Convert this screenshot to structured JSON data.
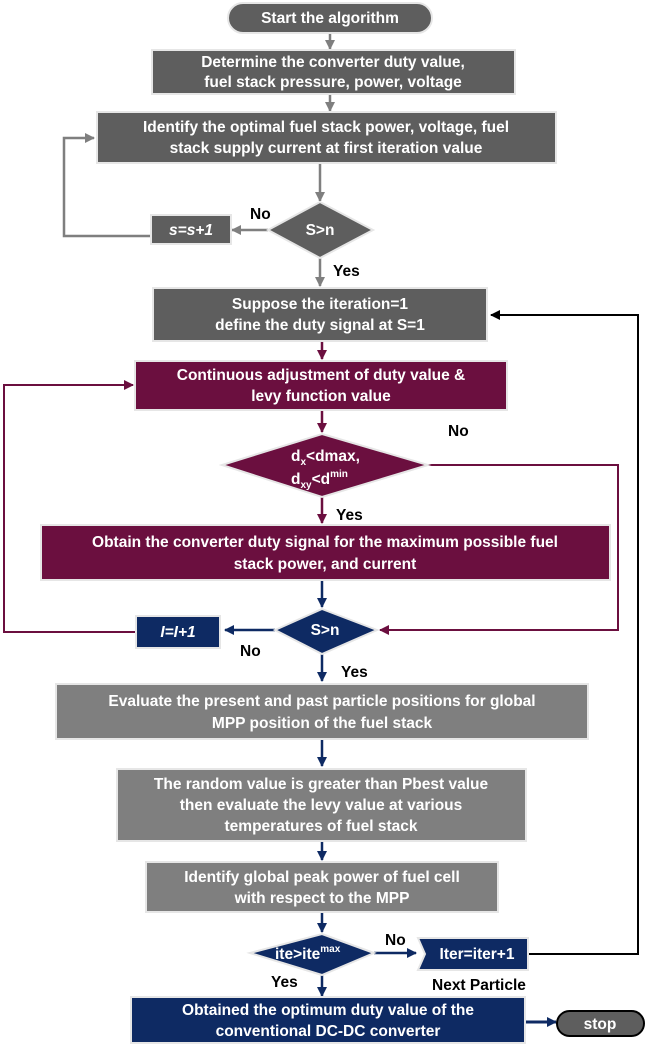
{
  "colors": {
    "gray_dark": "#5e5e5e",
    "gray_mid": "#7f7f7f",
    "gray_light": "#e6e6e6",
    "maroon": "#6b0f3f",
    "navy": "#0e2a63",
    "black": "#000000"
  },
  "nodes": {
    "start": "Start the algorithm",
    "determine": [
      "Determine the converter duty value,",
      "fuel stack pressure, power, voltage"
    ],
    "identify_optimal": [
      "Identify the optimal fuel stack power, voltage, fuel",
      "stack supply current at first iteration value"
    ],
    "decision_s1": "S>n",
    "s_increment": "s=s+1",
    "suppose": [
      "Suppose the iteration=1",
      "define the duty signal at S=1"
    ],
    "continuous": [
      "Continuous adjustment of duty value &",
      "levy function value"
    ],
    "decision_d": {
      "line1_base": "d",
      "line1_sub": "x",
      "line1_rest": "<dmax,",
      "line2_base": "d",
      "line2_sub": "xy",
      "line2_mid": "<d",
      "line2_sup": "min"
    },
    "obtain_duty": [
      "Obtain the converter duty signal for the maximum possible fuel",
      "stack power, and current"
    ],
    "decision_s2": "S>n",
    "i_increment": "I=I+1",
    "evaluate": [
      "Evaluate the present and past particle positions for global",
      "MPP position of the fuel stack"
    ],
    "random": [
      "The random value is greater than Pbest value",
      "then evaluate the levy value at various",
      "temperatures of fuel stack"
    ],
    "identify_global": [
      "Identify global peak power of fuel cell",
      "with respect to the MPP"
    ],
    "decision_iter": {
      "base": "ite>ite",
      "sup": "max"
    },
    "iter_increment": "Iter=iter+1",
    "obtained": [
      "Obtained the optimum duty value of the",
      "conventional DC-DC converter"
    ],
    "stop": "stop"
  },
  "labels": {
    "no_s1": "No",
    "yes_s1": "Yes",
    "no_d": "No",
    "yes_d": "Yes",
    "no_s2": "No",
    "yes_s2": "Yes",
    "no_iter": "No",
    "yes_iter": "Yes",
    "next_particle": "Next Particle"
  }
}
